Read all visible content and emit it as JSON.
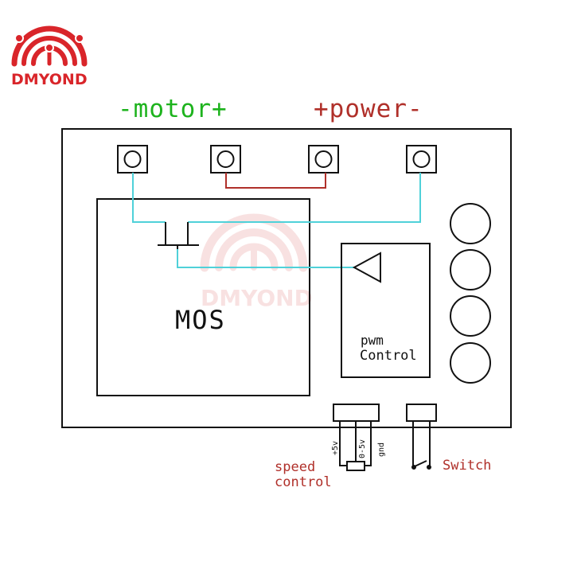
{
  "brand": {
    "name": "DMYOND",
    "color": "#d9252a",
    "watermark_color": "#f3c9c9"
  },
  "labels": {
    "motor": "-motor+",
    "power": "+power-",
    "mos": "MOS",
    "pwm_line1": "pwm",
    "pwm_line2": "Control",
    "pin_5v": "+5v",
    "pin_signal": "0-5v",
    "pin_gnd": "gnd",
    "speed_line1": "speed",
    "speed_line2": "control",
    "switch": "Switch"
  },
  "colors": {
    "motor_label": "#1db31d",
    "power_label": "#b0302a",
    "speed_label": "#b0302a",
    "switch_label": "#b0302a",
    "signal_wire": "#4fd1d9",
    "bridge_wire": "#b0302a",
    "outline": "#111111"
  },
  "icons": {
    "terminals": [
      "terminal-screw-icon",
      "terminal-screw-icon",
      "terminal-screw-icon",
      "terminal-screw-icon"
    ],
    "potentiometer": "potentiometer-icon",
    "switch": "push-switch-icon",
    "mosfet": "mosfet-symbol-icon",
    "buffer": "triangle-buffer-icon"
  }
}
